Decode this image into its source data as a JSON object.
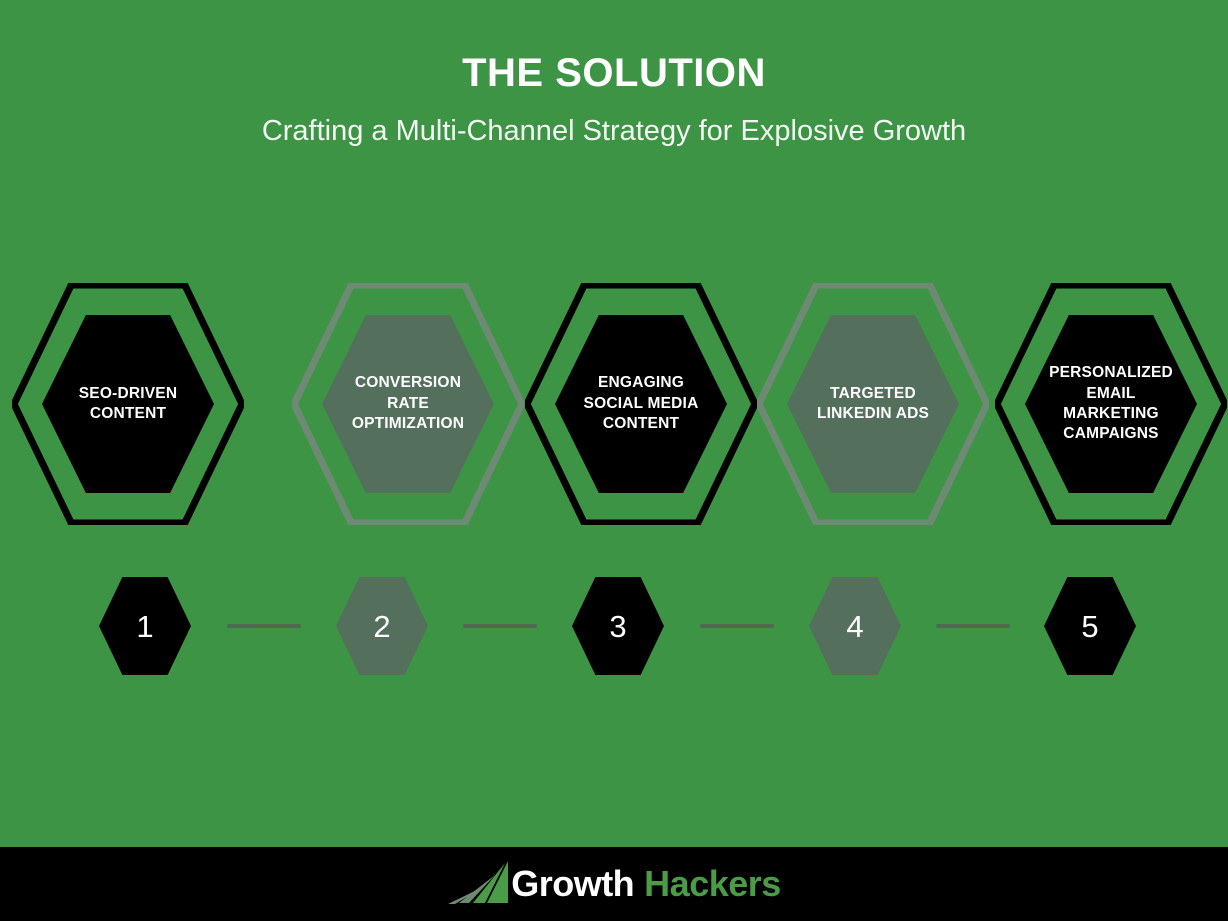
{
  "theme": {
    "background": "#3d9444",
    "dark": "#000000",
    "muted": "#54705c",
    "muted_outline": "#6e8a74",
    "connector": "#4c6b52",
    "text_light": "#ffffff",
    "accent_green": "#4a9c46"
  },
  "header": {
    "title": "THE SOLUTION",
    "subtitle": "Crafting a Multi-Channel Strategy for Explosive Growth"
  },
  "steps": [
    {
      "number": "1",
      "label": "SEO-DRIVEN\nCONTENT",
      "style": "dark"
    },
    {
      "number": "2",
      "label": "CONVERSION\nRATE\nOPTIMIZATION",
      "style": "muted"
    },
    {
      "number": "3",
      "label": "ENGAGING\nSOCIAL MEDIA\nCONTENT",
      "style": "dark"
    },
    {
      "number": "4",
      "label": "TARGETED\nLINKEDIN ADS",
      "style": "muted"
    },
    {
      "number": "5",
      "label": "PERSONALIZED\nEMAIL\nMARKETING\nCAMPAIGNS",
      "style": "dark"
    }
  ],
  "footer": {
    "logo_mark": "growth-hackers-swoosh-icon",
    "logo_primary": "Growth",
    "logo_secondary": "Hackers"
  }
}
